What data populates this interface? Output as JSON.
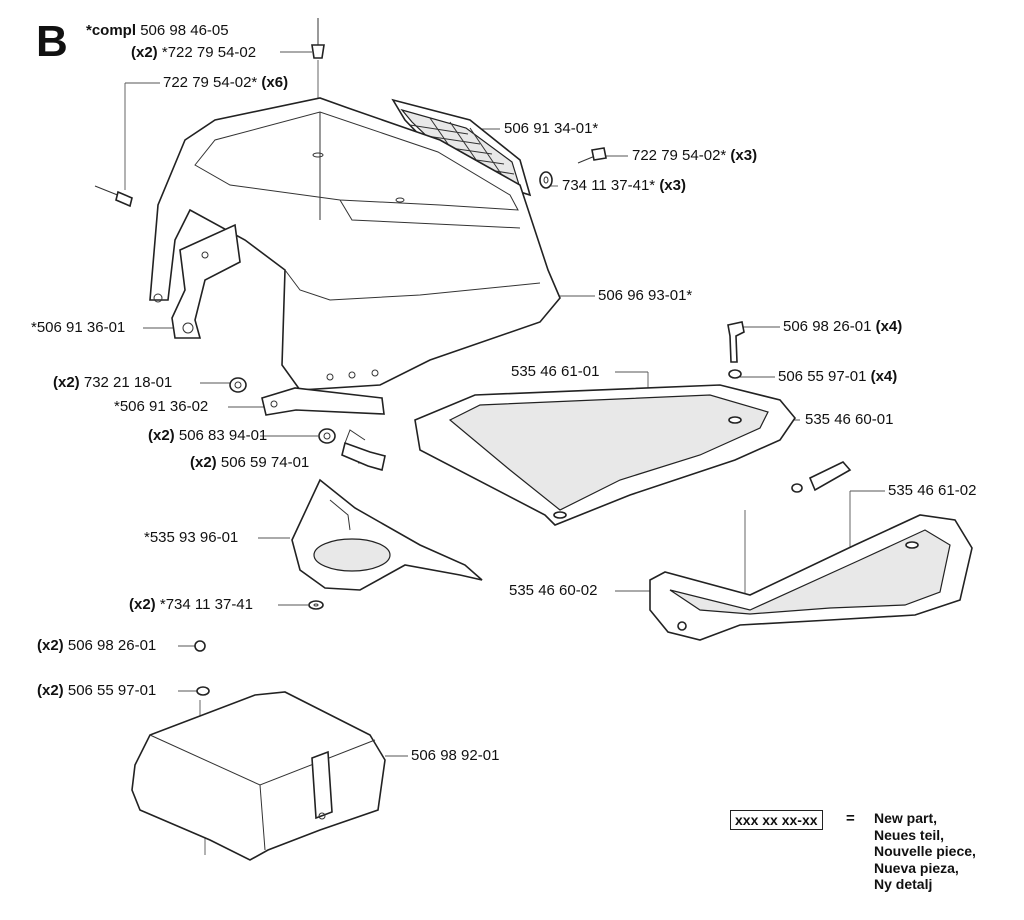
{
  "section": "B",
  "compl": {
    "prefix": "*compl",
    "number": "506 98 46-05"
  },
  "labels": [
    {
      "qty": "(x2)",
      "text": "*722 79 54-02",
      "suffix": ""
    },
    {
      "qty": "",
      "text": "722 79 54-02*",
      "suffix": "(x6)"
    },
    {
      "qty": "",
      "text": "506 91 34-01*",
      "suffix": ""
    },
    {
      "qty": "",
      "text": "722 79 54-02*",
      "suffix": "(x3)"
    },
    {
      "qty": "",
      "text": "734 11 37-41*",
      "suffix": "(x3)"
    },
    {
      "qty": "",
      "text": "506 96 93-01*",
      "suffix": ""
    },
    {
      "qty": "",
      "text": "*506 91 36-01",
      "suffix": ""
    },
    {
      "qty": "",
      "text": "506 98 26-01",
      "suffix": "(x4)"
    },
    {
      "qty": "",
      "text": "506 55 97-01",
      "suffix": "(x4)"
    },
    {
      "qty": "",
      "text": "535 46 61-01",
      "suffix": ""
    },
    {
      "qty": "(x2)",
      "text": "732 21 18-01",
      "suffix": ""
    },
    {
      "qty": "",
      "text": "*506 91 36-02",
      "suffix": ""
    },
    {
      "qty": "",
      "text": "535 46 60-01",
      "suffix": ""
    },
    {
      "qty": "(x2)",
      "text": "506 83 94-01",
      "suffix": ""
    },
    {
      "qty": "(x2)",
      "text": "506 59 74-01",
      "suffix": ""
    },
    {
      "qty": "",
      "text": "535 46 61-02",
      "suffix": ""
    },
    {
      "qty": "",
      "text": "*535 93 96-01",
      "suffix": ""
    },
    {
      "qty": "",
      "text": "535 46 60-02",
      "suffix": ""
    },
    {
      "qty": "(x2)",
      "text": "*734 11 37-41",
      "suffix": ""
    },
    {
      "qty": "(x2)",
      "text": "506 98 26-01",
      "suffix": ""
    },
    {
      "qty": "(x2)",
      "text": "506 55 97-01",
      "suffix": ""
    },
    {
      "qty": "",
      "text": "506 98 92-01",
      "suffix": ""
    }
  ],
  "legend": {
    "box": "xxx xx xx-xx",
    "eq": "=",
    "lines": [
      "New part,",
      "Neues teil,",
      "Nouvelle piece,",
      "Nueva pieza,",
      "Ny detalj"
    ]
  }
}
